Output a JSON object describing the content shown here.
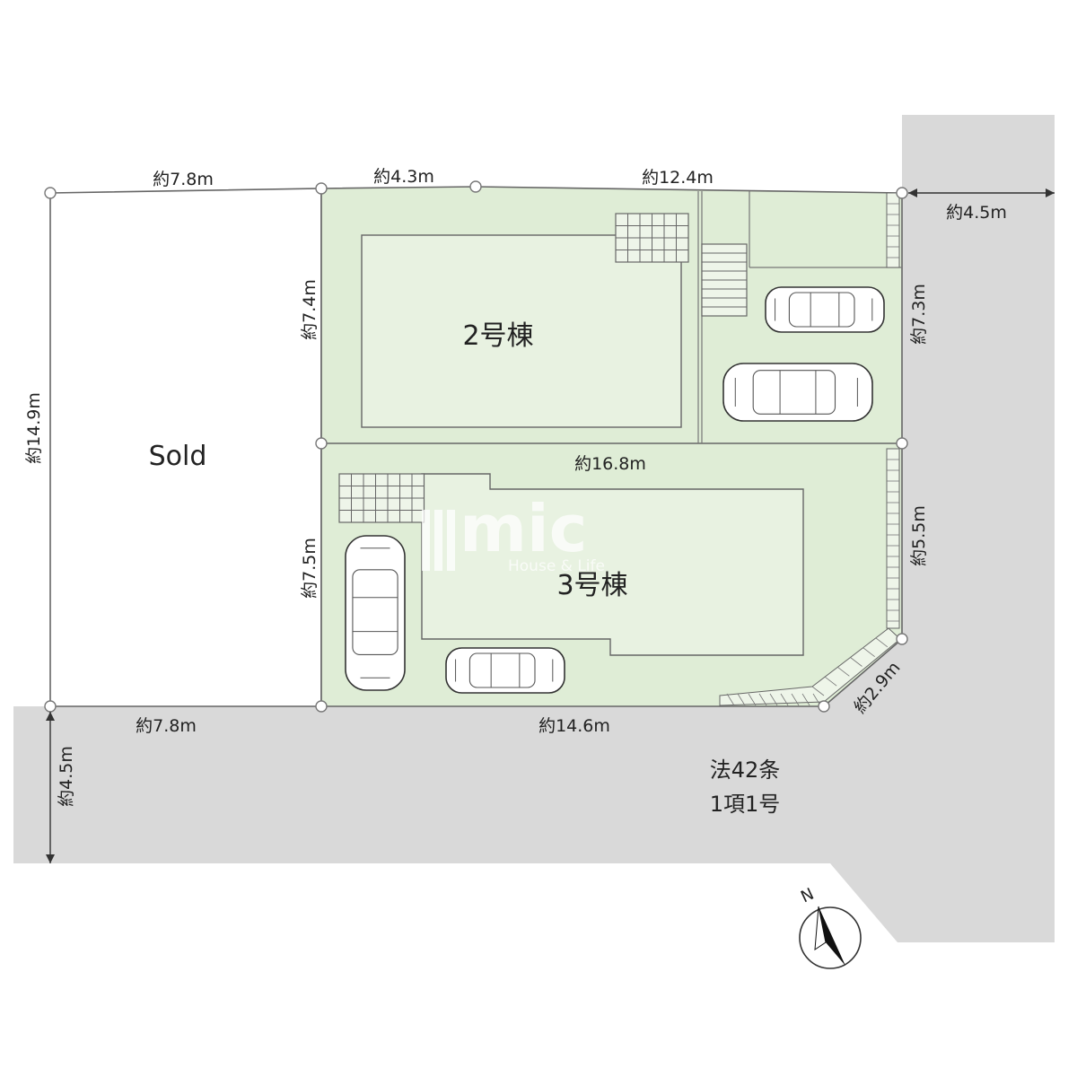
{
  "colors": {
    "road": "#d9d9d9",
    "lot_green": "#dfedd6",
    "building_green": "#e8f2e1",
    "line": "#666666"
  },
  "lots": {
    "sold_label": "Sold",
    "building2_label": "2号棟",
    "building3_label": "3号棟"
  },
  "dimensions": {
    "top_sold": "約7.8m",
    "top_mid": "約4.3m",
    "top_right": "約12.4m",
    "road_right_width": "約4.5m",
    "left_sold_depth": "約14.9m",
    "b2_left": "約7.4m",
    "right_upper": "約7.3m",
    "middle_line": "約16.8m",
    "b3_left": "約7.5m",
    "right_lower": "約5.5m",
    "corner_cut": "約2.9m",
    "bottom_sold": "約7.8m",
    "bottom_b3": "約14.6m",
    "road_front_width": "約4.5m"
  },
  "road_note": {
    "line1": "法42条",
    "line2": "1項1号"
  },
  "compass": {
    "label": "N"
  },
  "watermark": {
    "brand": "mic",
    "tagline": "House & Life"
  }
}
